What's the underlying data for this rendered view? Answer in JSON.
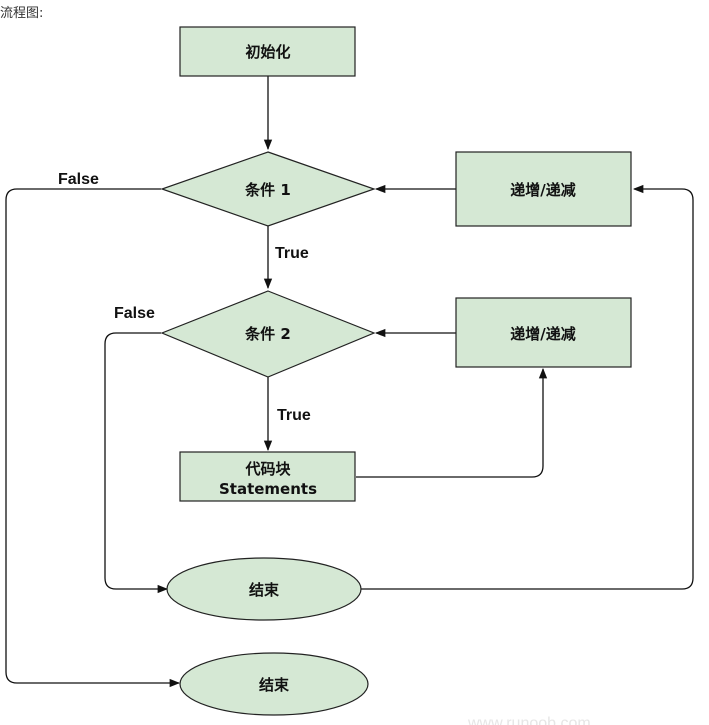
{
  "caption": "流程图:",
  "nodes": {
    "init": "初始化",
    "cond1": "条件 1",
    "cond2": "条件 2",
    "inc1": "递增/递减",
    "inc2": "递增/递减",
    "code_line1": "代码块",
    "code_line2": "Statements",
    "end_inner": "结束",
    "end_outer": "结束"
  },
  "edges": {
    "false_outer": "False",
    "false_inner": "False",
    "true1": "True",
    "true2": "True"
  },
  "watermark": "www.runoob.com",
  "colors": {
    "node_fill": "#d5e8d4",
    "stroke": "#222222"
  }
}
